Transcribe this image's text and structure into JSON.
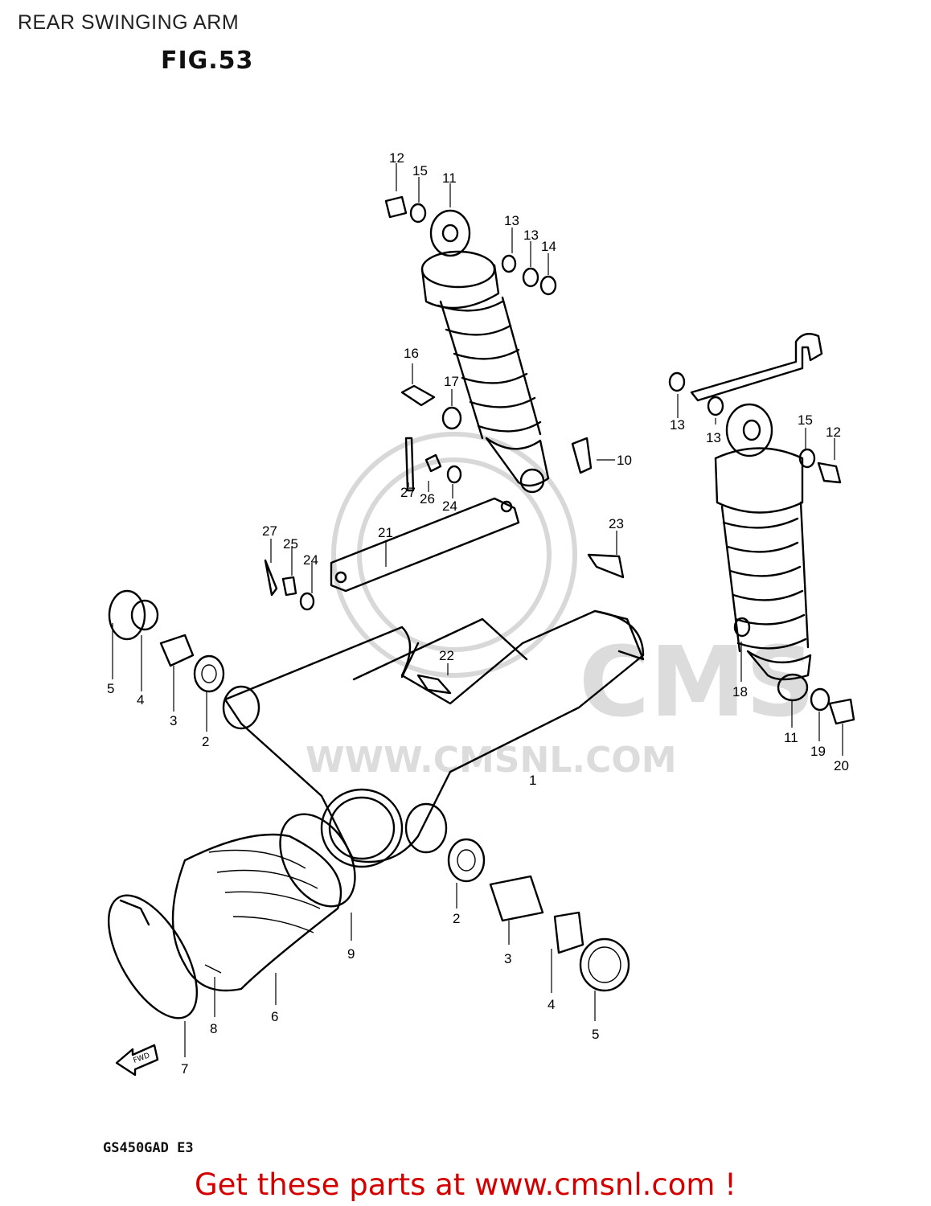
{
  "page": {
    "title": "REAR SWINGING ARM",
    "figure": "FIG.53",
    "model_code": "GS450GAD E3",
    "footer_link": "Get these parts at www.cmsnl.com !",
    "footer_color": "#d40000"
  },
  "watermark": {
    "brand": "CMS",
    "url": "WWW.CMSNL.COM"
  },
  "direction_arrow": "FWD",
  "callouts": [
    {
      "id": "c12a",
      "number": "12"
    },
    {
      "id": "c15a",
      "number": "15"
    },
    {
      "id": "c11a",
      "number": "11"
    },
    {
      "id": "c13a",
      "number": "13"
    },
    {
      "id": "c13b",
      "number": "13"
    },
    {
      "id": "c14",
      "number": "14"
    },
    {
      "id": "c16",
      "number": "16"
    },
    {
      "id": "c17",
      "number": "17"
    },
    {
      "id": "c10",
      "number": "10"
    },
    {
      "id": "c27a",
      "number": "27"
    },
    {
      "id": "c26",
      "number": "26"
    },
    {
      "id": "c24a",
      "number": "24"
    },
    {
      "id": "c23",
      "number": "23"
    },
    {
      "id": "c21",
      "number": "21"
    },
    {
      "id": "c27b",
      "number": "27"
    },
    {
      "id": "c25",
      "number": "25"
    },
    {
      "id": "c24b",
      "number": "24"
    },
    {
      "id": "c13c",
      "number": "13"
    },
    {
      "id": "c13d",
      "number": "13"
    },
    {
      "id": "c15b",
      "number": "15"
    },
    {
      "id": "c12b",
      "number": "12"
    },
    {
      "id": "c5a",
      "number": "5"
    },
    {
      "id": "c4a",
      "number": "4"
    },
    {
      "id": "c3a",
      "number": "3"
    },
    {
      "id": "c2a",
      "number": "2"
    },
    {
      "id": "c22",
      "number": "22"
    },
    {
      "id": "c1",
      "number": "1"
    },
    {
      "id": "c18",
      "number": "18"
    },
    {
      "id": "c11b",
      "number": "11"
    },
    {
      "id": "c19",
      "number": "19"
    },
    {
      "id": "c20",
      "number": "20"
    },
    {
      "id": "c9",
      "number": "9"
    },
    {
      "id": "c2b",
      "number": "2"
    },
    {
      "id": "c3b",
      "number": "3"
    },
    {
      "id": "c4b",
      "number": "4"
    },
    {
      "id": "c5b",
      "number": "5"
    },
    {
      "id": "c6",
      "number": "6"
    },
    {
      "id": "c8",
      "number": "8"
    },
    {
      "id": "c7",
      "number": "7"
    }
  ]
}
